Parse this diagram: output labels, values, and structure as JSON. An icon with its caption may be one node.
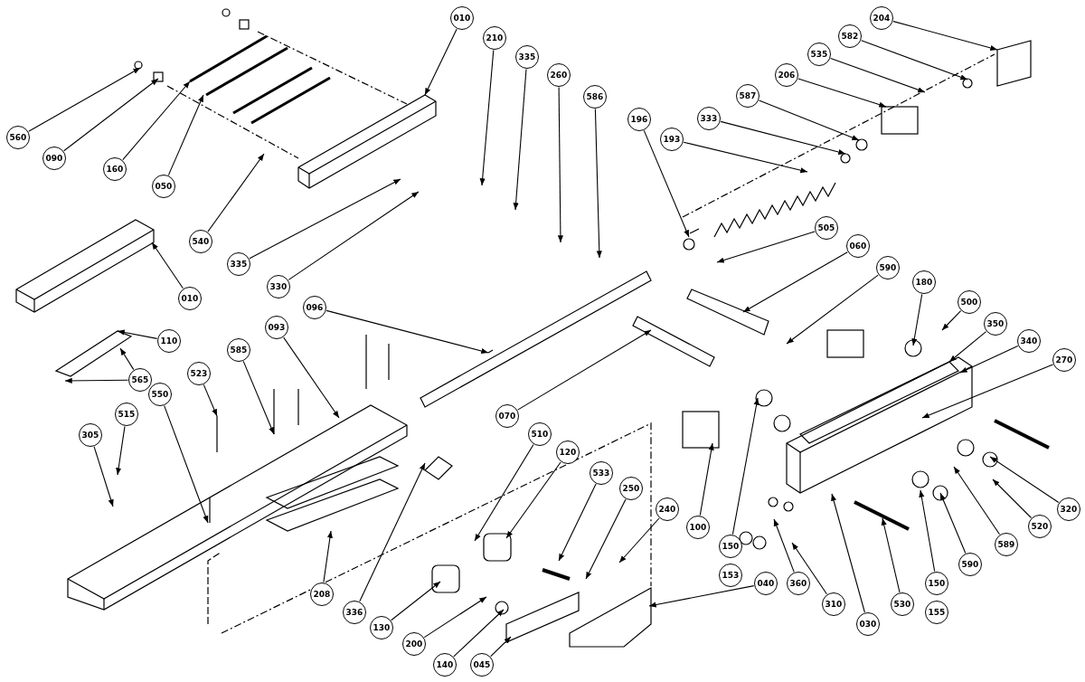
{
  "diagram": {
    "nodes": [
      {
        "text": [
          "010"
        ]
      },
      {
        "text": [
          "210"
        ]
      },
      {
        "text": [
          "335"
        ]
      },
      {
        "text": [
          "260"
        ]
      },
      {
        "text": [
          "586"
        ]
      },
      {
        "text": [
          "204"
        ]
      },
      {
        "text": [
          "582"
        ]
      },
      {
        "text": [
          "535"
        ]
      },
      {
        "text": [
          "206"
        ]
      },
      {
        "text": [
          "587"
        ]
      },
      {
        "text": [
          "333"
        ]
      },
      {
        "text": [
          "193"
        ]
      },
      {
        "text": [
          "196"
        ]
      },
      {
        "text": [
          "560"
        ]
      },
      {
        "text": [
          "090"
        ]
      },
      {
        "text": [
          "160"
        ]
      },
      {
        "text": [
          "050"
        ]
      },
      {
        "text": [
          "540"
        ]
      },
      {
        "text": [
          "335"
        ]
      },
      {
        "text": [
          "330"
        ]
      },
      {
        "text": [
          "010"
        ]
      },
      {
        "text": [
          "505"
        ]
      },
      {
        "text": [
          "060"
        ]
      },
      {
        "text": [
          "590"
        ]
      },
      {
        "text": [
          "180"
        ]
      },
      {
        "text": [
          "500"
        ]
      },
      {
        "text": [
          "350"
        ]
      },
      {
        "text": [
          "340"
        ]
      },
      {
        "text": [
          "270"
        ]
      },
      {
        "text": [
          "096"
        ]
      },
      {
        "text": [
          "093"
        ]
      },
      {
        "text": [
          "110"
        ]
      },
      {
        "text": [
          "565"
        ]
      },
      {
        "text": [
          "585"
        ]
      },
      {
        "text": [
          "523"
        ]
      },
      {
        "text": [
          "550"
        ]
      },
      {
        "text": [
          "515"
        ]
      },
      {
        "text": [
          "305"
        ]
      },
      {
        "text": [
          "070"
        ]
      },
      {
        "text": [
          "510"
        ]
      },
      {
        "text": [
          "120"
        ]
      },
      {
        "text": [
          "533"
        ]
      },
      {
        "text": [
          "250"
        ]
      },
      {
        "text": [
          "240"
        ]
      },
      {
        "text": [
          "100"
        ]
      },
      {
        "text": [
          "150"
        ]
      },
      {
        "text": [
          "153"
        ]
      },
      {
        "text": [
          "360"
        ]
      },
      {
        "text": [
          "310"
        ]
      },
      {
        "text": [
          "030"
        ]
      },
      {
        "text": [
          "530"
        ]
      },
      {
        "text": [
          "150"
        ]
      },
      {
        "text": [
          "155"
        ]
      },
      {
        "text": [
          "590"
        ]
      },
      {
        "text": [
          "589"
        ]
      },
      {
        "text": [
          "520"
        ]
      },
      {
        "text": [
          "320"
        ]
      },
      {
        "text": [
          "040"
        ]
      },
      {
        "text": [
          "208"
        ]
      },
      {
        "text": [
          "336"
        ]
      },
      {
        "text": [
          "130"
        ]
      },
      {
        "text": [
          "200"
        ]
      },
      {
        "text": [
          "140"
        ]
      },
      {
        "text": [
          "045"
        ]
      }
    ],
    "edges": [
      {
        "from": 0,
        "to": null,
        "arrow": "to"
      },
      {
        "from": 1,
        "to": null,
        "arrow": "to"
      },
      {
        "from": 2,
        "to": null,
        "arrow": "to"
      },
      {
        "from": 3,
        "to": null,
        "arrow": "to"
      },
      {
        "from": 4,
        "to": null,
        "arrow": "to"
      },
      {
        "from": 5,
        "to": null,
        "arrow": "to"
      },
      {
        "from": 6,
        "to": null,
        "arrow": "to"
      },
      {
        "from": 7,
        "to": null,
        "arrow": "to"
      },
      {
        "from": 8,
        "to": null,
        "arrow": "to"
      },
      {
        "from": 9,
        "to": null,
        "arrow": "to"
      },
      {
        "from": 10,
        "to": null,
        "arrow": "to"
      },
      {
        "from": 11,
        "to": null,
        "arrow": "to"
      },
      {
        "from": 12,
        "to": null,
        "arrow": "to"
      },
      {
        "from": 13,
        "to": null,
        "arrow": "to"
      },
      {
        "from": 14,
        "to": null,
        "arrow": "to"
      },
      {
        "from": 15,
        "to": null,
        "arrow": "to"
      },
      {
        "from": 16,
        "to": null,
        "arrow": "to"
      },
      {
        "from": 17,
        "to": null,
        "arrow": "to"
      },
      {
        "from": 18,
        "to": null,
        "arrow": "to"
      },
      {
        "from": 19,
        "to": null,
        "arrow": "to"
      },
      {
        "from": 20,
        "to": null,
        "arrow": "to"
      },
      {
        "from": 21,
        "to": null,
        "arrow": "to"
      },
      {
        "from": 22,
        "to": null,
        "arrow": "to"
      },
      {
        "from": 23,
        "to": null,
        "arrow": "to"
      },
      {
        "from": 24,
        "to": null,
        "arrow": "to"
      },
      {
        "from": 25,
        "to": null,
        "arrow": "to"
      },
      {
        "from": 26,
        "to": null,
        "arrow": "to"
      },
      {
        "from": 27,
        "to": null,
        "arrow": "to"
      },
      {
        "from": 28,
        "to": null,
        "arrow": "to"
      },
      {
        "from": 29,
        "to": null,
        "arrow": "to"
      },
      {
        "from": 30,
        "to": null,
        "arrow": "to"
      },
      {
        "from": 31,
        "to": null,
        "arrow": "to"
      },
      {
        "from": 32,
        "to": null,
        "arrow": "to"
      },
      {
        "from": 32,
        "to": null,
        "arrow": "to"
      },
      {
        "from": 33,
        "to": null,
        "arrow": "to"
      },
      {
        "from": 34,
        "to": null,
        "arrow": "to"
      },
      {
        "from": 35,
        "to": null,
        "arrow": "to"
      },
      {
        "from": 36,
        "to": null,
        "arrow": "to"
      },
      {
        "from": 37,
        "to": null,
        "arrow": "to"
      },
      {
        "from": 38,
        "to": null,
        "arrow": "to"
      },
      {
        "from": 39,
        "to": null,
        "arrow": "to"
      },
      {
        "from": 40,
        "to": null,
        "arrow": "to"
      },
      {
        "from": 41,
        "to": null,
        "arrow": "to"
      },
      {
        "from": 42,
        "to": null,
        "arrow": "to"
      },
      {
        "from": 43,
        "to": null,
        "arrow": "to"
      },
      {
        "from": 44,
        "to": null,
        "arrow": "to"
      },
      {
        "from": 45,
        "to": null,
        "arrow": "to"
      },
      {
        "from": 47,
        "to": null,
        "arrow": "to"
      },
      {
        "from": 48,
        "to": null,
        "arrow": "to"
      },
      {
        "from": 49,
        "to": null,
        "arrow": "to"
      },
      {
        "from": 50,
        "to": null,
        "arrow": "to"
      },
      {
        "from": 51,
        "to": null,
        "arrow": "to"
      },
      {
        "from": 53,
        "to": null,
        "arrow": "to"
      },
      {
        "from": 54,
        "to": null,
        "arrow": "to"
      },
      {
        "from": 55,
        "to": null,
        "arrow": "to"
      },
      {
        "from": 56,
        "to": null,
        "arrow": "to"
      },
      {
        "from": 57,
        "to": null,
        "arrow": "to"
      },
      {
        "from": 58,
        "to": null,
        "arrow": "to"
      },
      {
        "from": 59,
        "to": null,
        "arrow": "to"
      },
      {
        "from": 60,
        "to": null,
        "arrow": "to"
      },
      {
        "from": 61,
        "to": null,
        "arrow": "to"
      },
      {
        "from": 62,
        "to": null,
        "arrow": "to"
      },
      {
        "from": 63,
        "to": null,
        "arrow": "to"
      }
    ]
  }
}
